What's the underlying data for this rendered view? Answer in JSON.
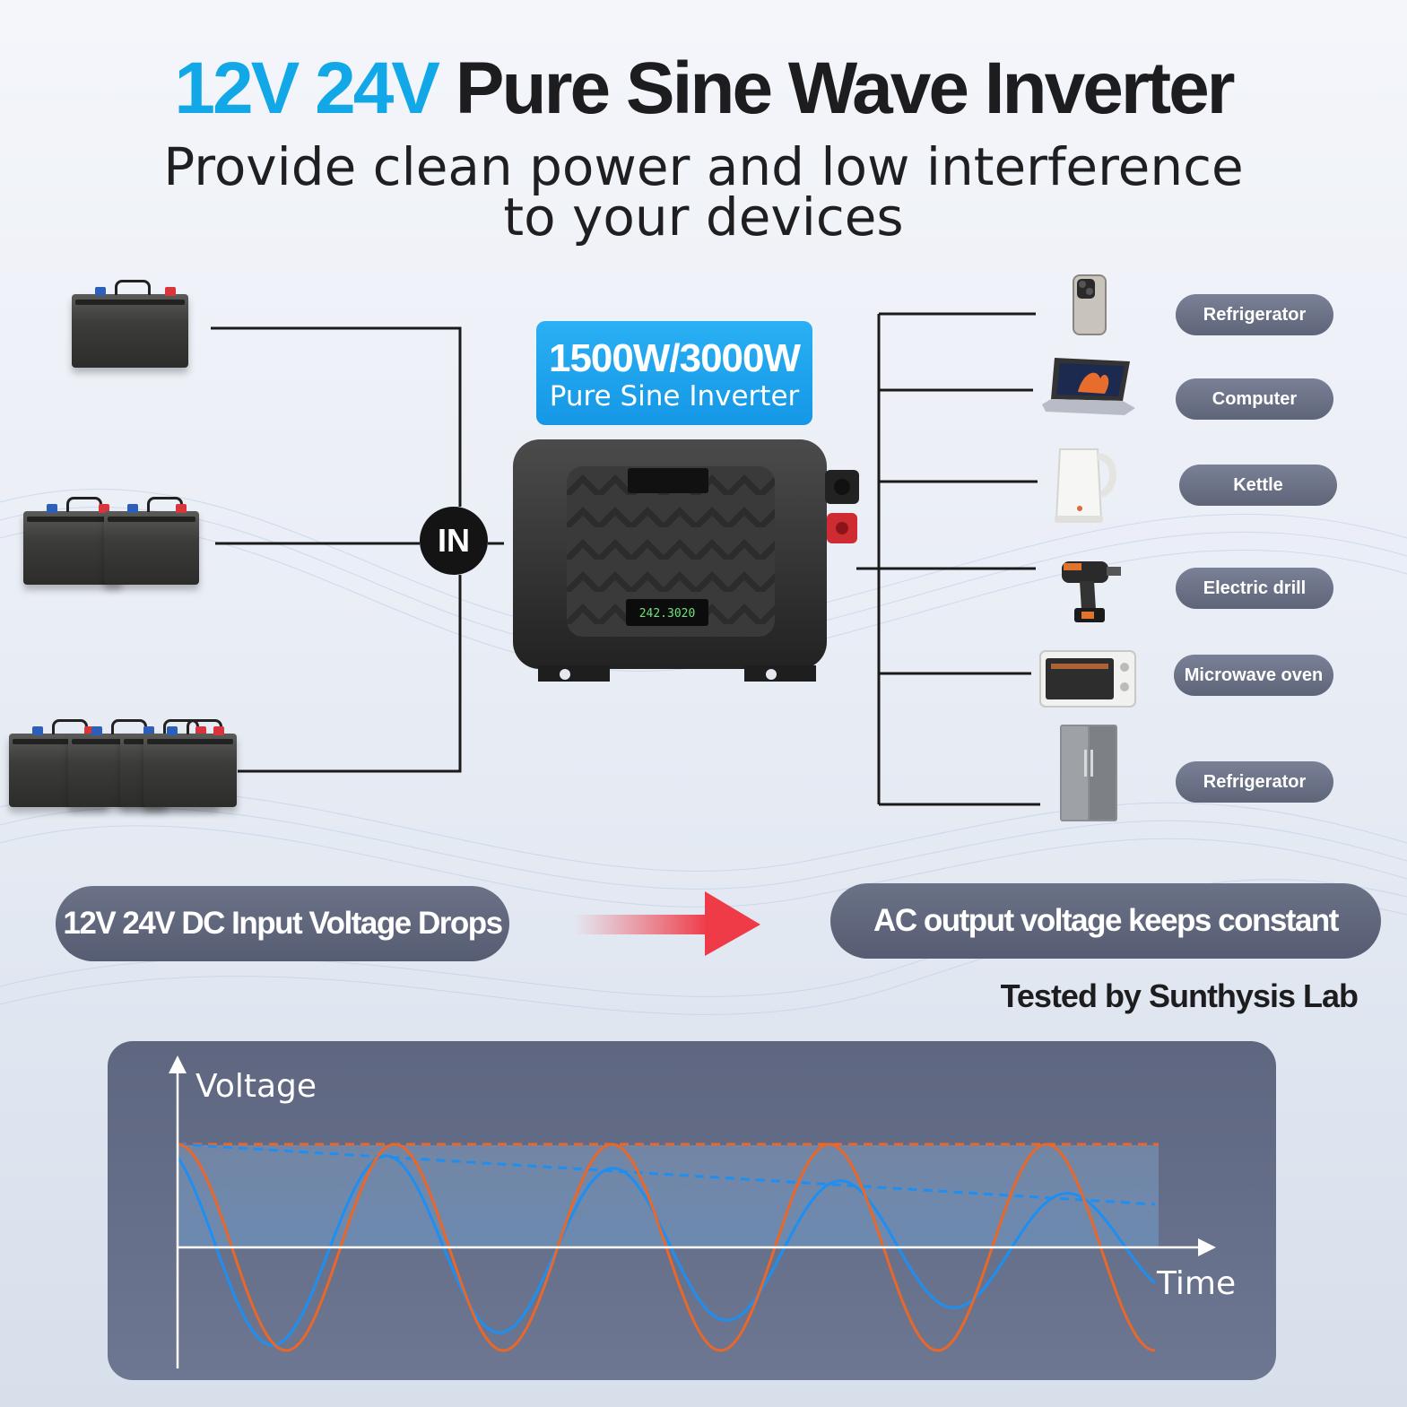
{
  "header": {
    "title_accent": "12V 24V",
    "title_main": "Pure Sine Wave Inverter",
    "subtitle_line1": "Provide clean power and low interference",
    "subtitle_line2": "to your devices"
  },
  "inverter": {
    "in_label": "IN",
    "power_rating": "1500W/3000W",
    "type_label": "Pure Sine Inverter",
    "display_reading": "242.3020"
  },
  "devices": [
    {
      "name": "phone",
      "label": "Refrigerator"
    },
    {
      "name": "laptop",
      "label": "Computer"
    },
    {
      "name": "kettle",
      "label": "Kettle"
    },
    {
      "name": "drill",
      "label": "Electric drill"
    },
    {
      "name": "oven",
      "label": "Microwave oven"
    },
    {
      "name": "refrigerator",
      "label": "Refrigerator"
    }
  ],
  "footer": {
    "input_pill": "12V 24V DC Input Voltage Drops",
    "output_pill": "AC output voltage keeps constant",
    "tested_by": "Tested by Sunthysis Lab"
  },
  "chart": {
    "y_label": "Voltage",
    "x_label": "Time",
    "colors": {
      "ac": "#e8672a",
      "dc": "#1e8ff0",
      "panel": "#5e6680"
    }
  }
}
